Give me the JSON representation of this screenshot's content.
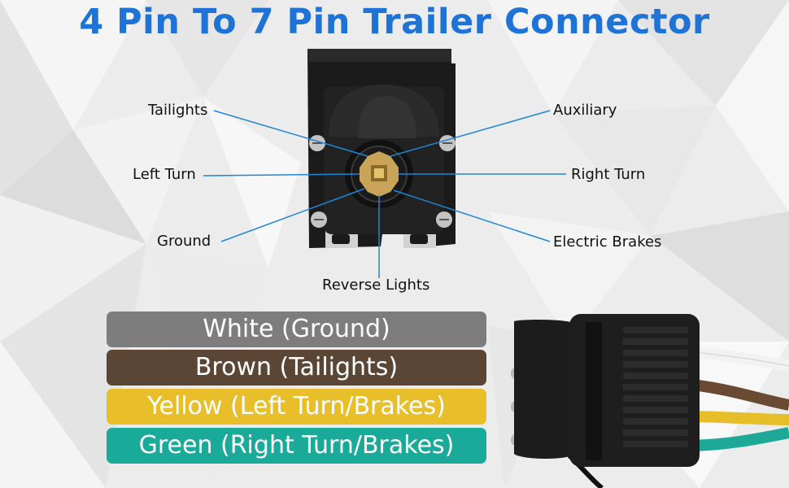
{
  "title": "4 Pin To 7 Pin Trailer Connector",
  "pin_labels": {
    "tailights": "Tailights",
    "auxiliary": "Auxiliary",
    "left_turn": "Left Turn",
    "right_turn": "Right Turn",
    "ground": "Ground",
    "electric_brakes": "Electric Brakes",
    "reverse_lights": "Reverse Lights"
  },
  "wire_legend": [
    {
      "label": "White (Ground)",
      "color": "#7d7d7d"
    },
    {
      "label": "Brown (Tailights)",
      "color": "#5b4535"
    },
    {
      "label": "Yellow (Left Turn/Brakes)",
      "color": "#e8be2b"
    },
    {
      "label": "Green (Right Turn/Brakes)",
      "color": "#19aa9a"
    }
  ],
  "colors": {
    "title": "#1f73d6",
    "callout_line": "#1e86d6",
    "connector_body": "#1b1b1b",
    "pin_brass": "#c9a458"
  },
  "icons": [
    "seven-pin-socket-icon",
    "four-pin-flat-connector-icon"
  ]
}
